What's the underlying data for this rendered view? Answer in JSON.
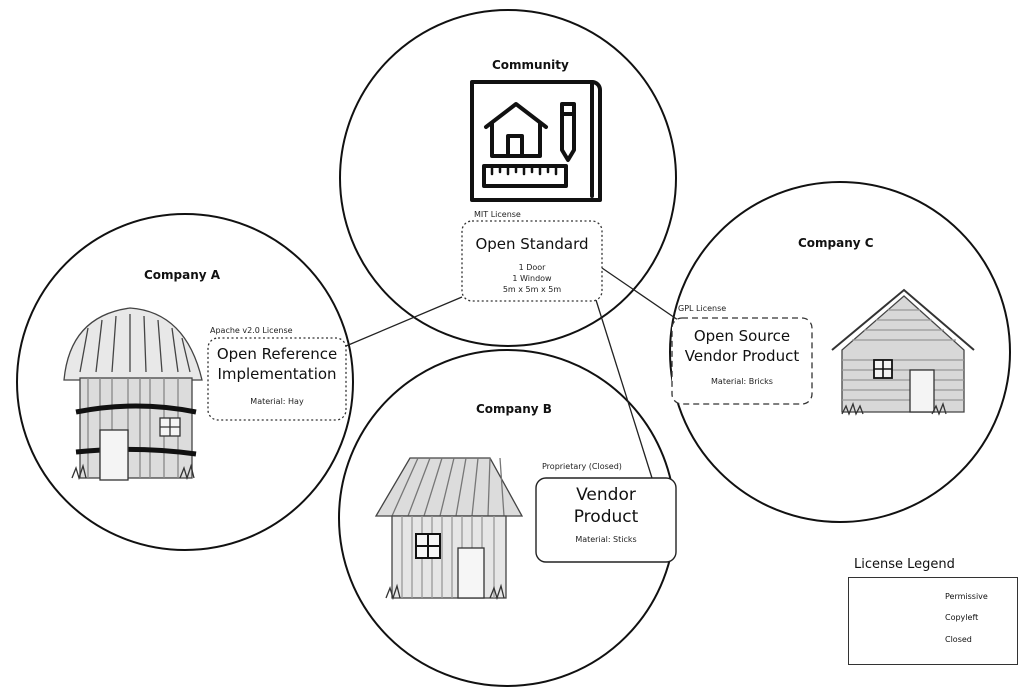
{
  "community": {
    "title": "Community",
    "license": "MIT License",
    "box_title": "Open Standard",
    "spec": [
      "1 Door",
      "1 Window",
      "5m x 5m x 5m"
    ],
    "icon": "blueprint-house-icon"
  },
  "company_a": {
    "title": "Company A",
    "license": "Apache v2.0 License",
    "box_title_1": "Open Reference",
    "box_title_2": "Implementation",
    "material": "Material: Hay",
    "icon": "straw-hut-illustration"
  },
  "company_b": {
    "title": "Company B",
    "license": "Proprietary (Closed)",
    "box_title_1": "Vendor",
    "box_title_2": "Product",
    "material": "Material: Sticks",
    "icon": "stick-house-illustration"
  },
  "company_c": {
    "title": "Company C",
    "license": "GPL License",
    "box_title_1": "Open Source",
    "box_title_2": "Vendor Product",
    "material": "Material: Bricks",
    "icon": "brick-house-illustration"
  },
  "legend": {
    "title": "License Legend",
    "items": [
      {
        "label": "Permissive",
        "line_style": "dotted"
      },
      {
        "label": "Copyleft",
        "line_style": "dashed"
      },
      {
        "label": "Closed",
        "line_style": "solid"
      }
    ]
  },
  "colors": {
    "stroke": "#111111",
    "background": "#ffffff",
    "sketch": "#555555"
  }
}
